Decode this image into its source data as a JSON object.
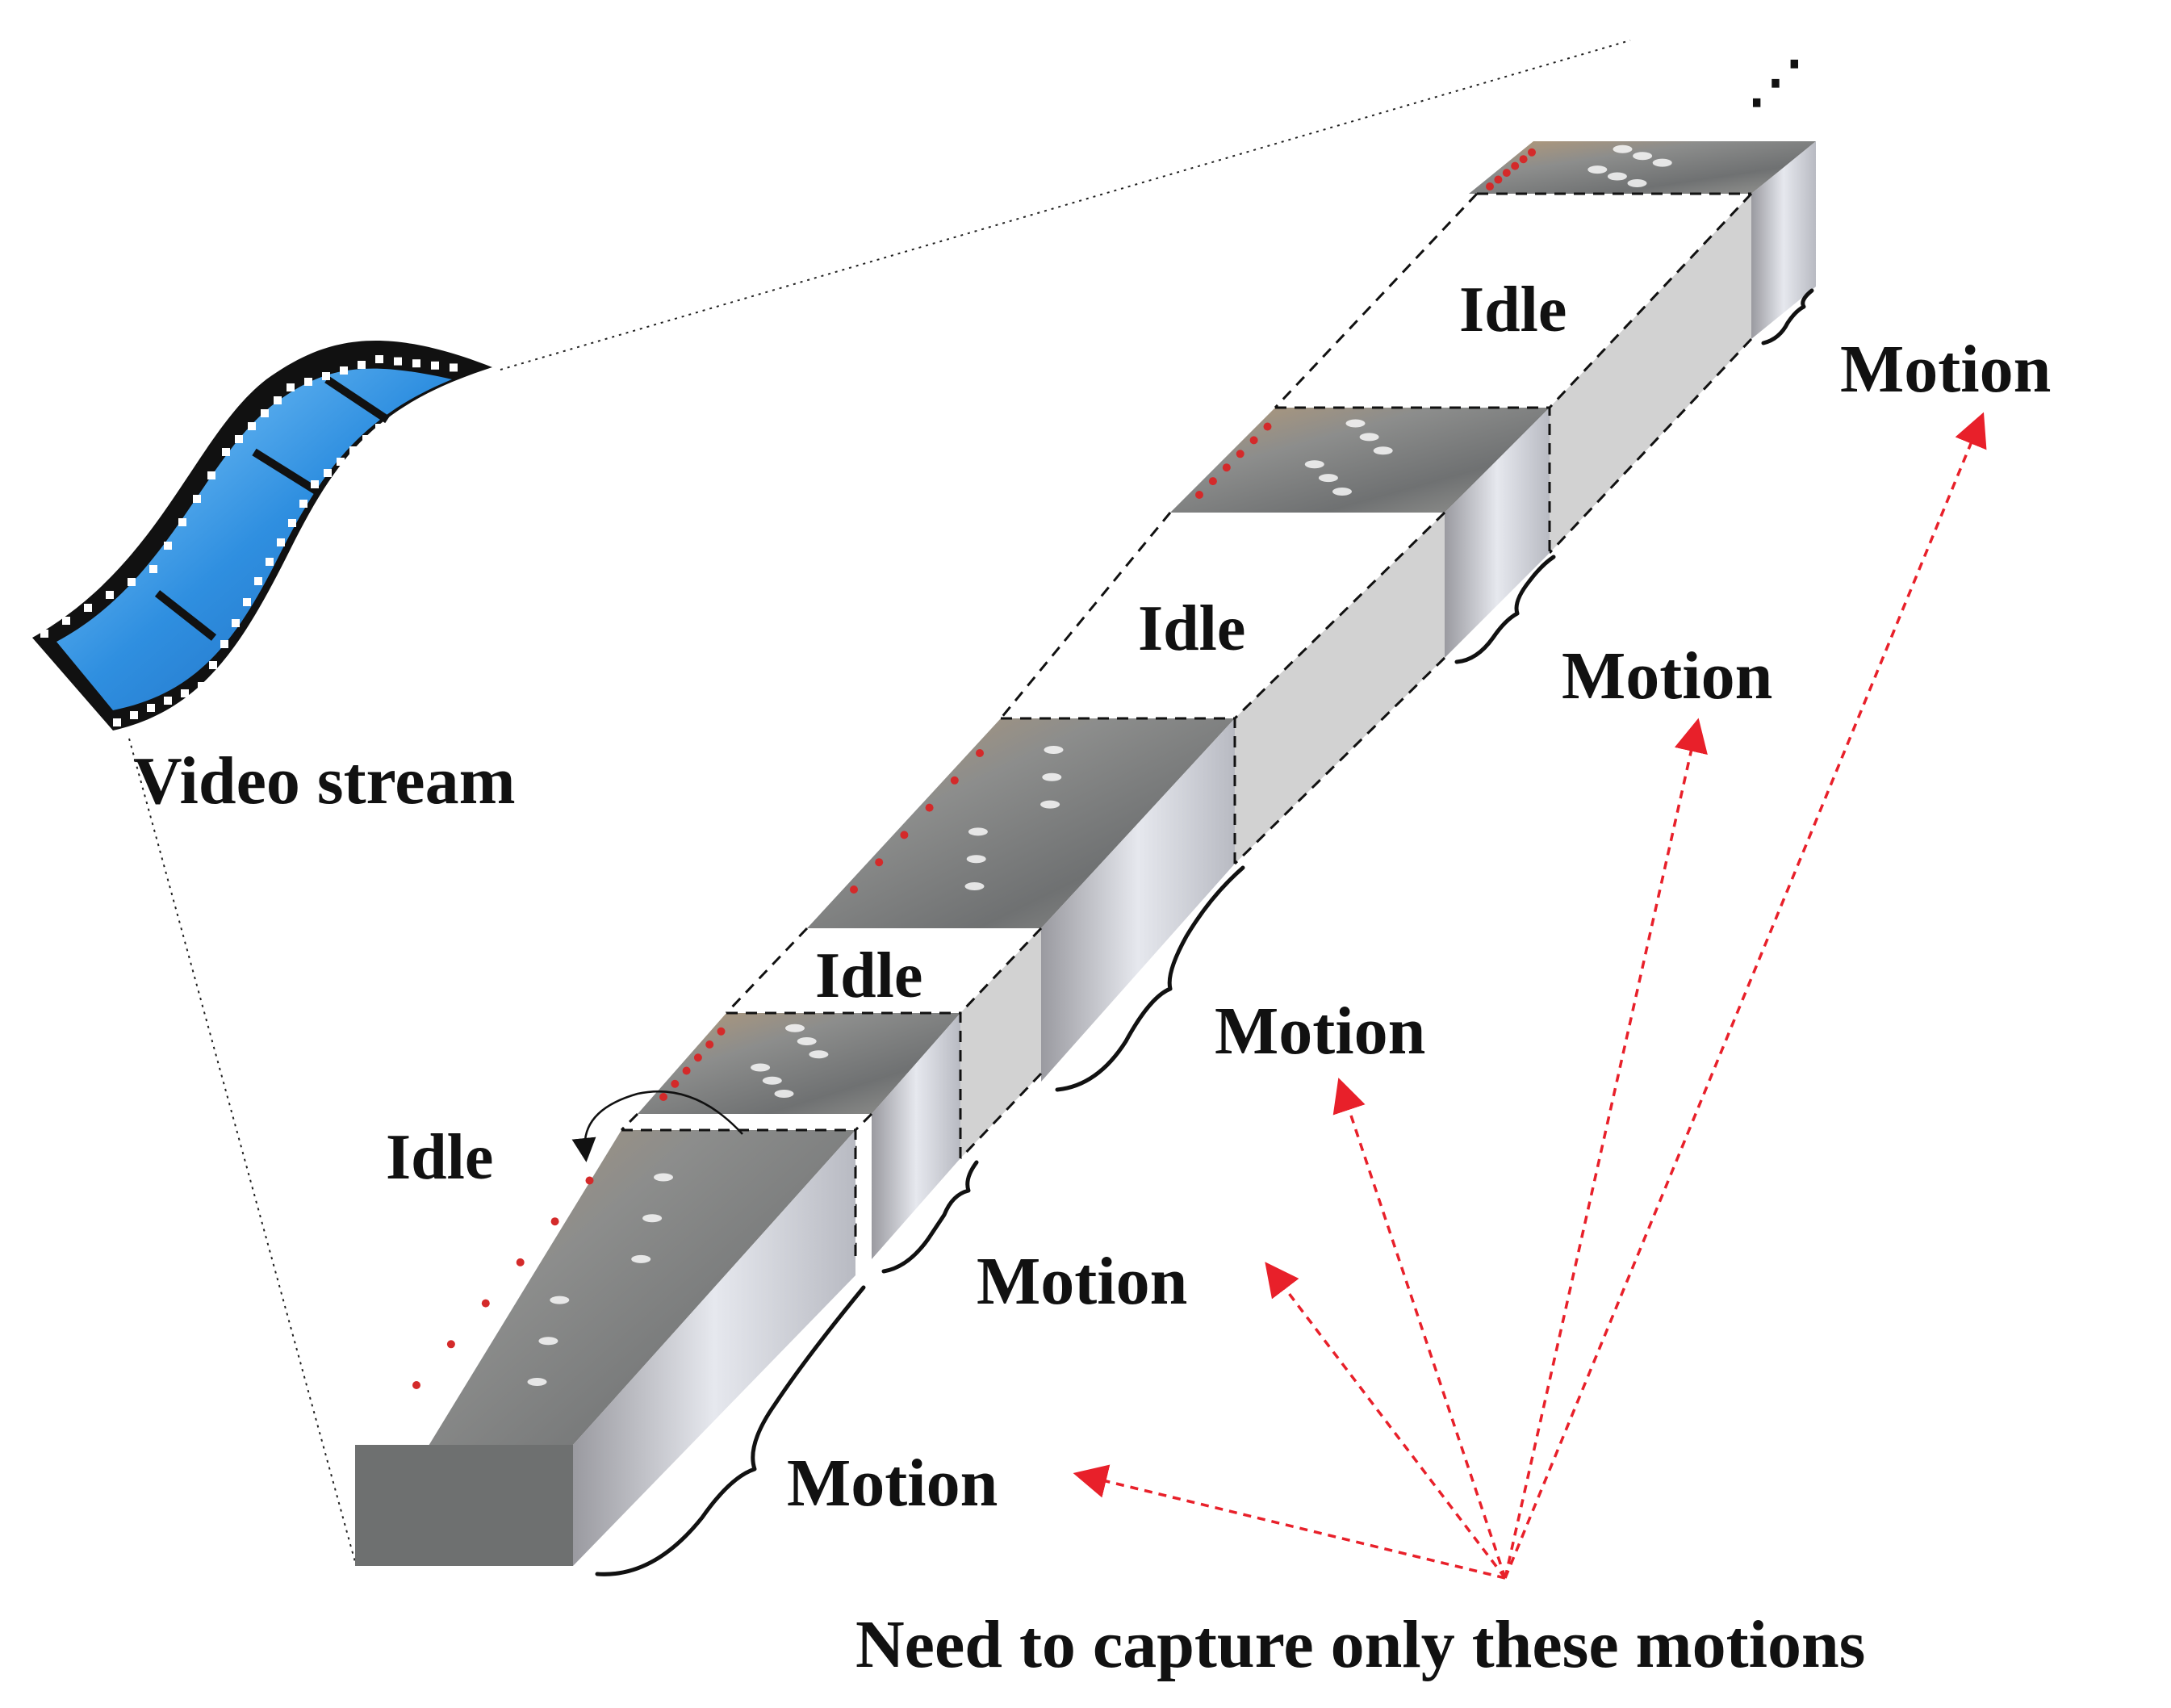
{
  "video_stream_label": "Video stream",
  "idle_labels": [
    "Idle",
    "Idle",
    "Idle",
    "Idle"
  ],
  "motion_labels": [
    "Motion",
    "Motion",
    "Motion",
    "Motion",
    "Motion"
  ],
  "ellipsis": "⋰",
  "caption": "Need to capture only these motions",
  "colors": {
    "arrow": "#e8202a",
    "film_blue": "#2f8fe0",
    "road": "#7d7f80",
    "idle_side": "#d2d2d2"
  }
}
